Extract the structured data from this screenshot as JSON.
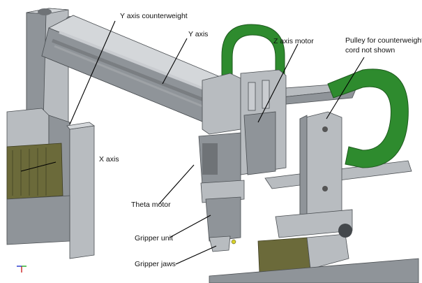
{
  "diagram": {
    "labels": {
      "y_axis_counterweight": "Y axis counterweight",
      "y_axis": "Y axis",
      "z_axis_motor": "Z axis motor",
      "pulley_line1": "Pulley for counterweight",
      "pulley_line2": "cord not shown",
      "x_axis": "X axis",
      "theta_motor": "Theta motor",
      "gripper_unit": "Gripper unit",
      "gripper_jaws": "Gripper jaws"
    },
    "colors": {
      "background": "#ffffff",
      "metal": "#b8bcc0",
      "metal_dark": "#8f9499",
      "metal_light": "#d4d7da",
      "cable_chain": "#2e8b2e",
      "x_axis_motor": "#6b6a3a",
      "jaw_accent": "#d8d22a"
    },
    "triad_icon": "axis-triad-icon"
  }
}
